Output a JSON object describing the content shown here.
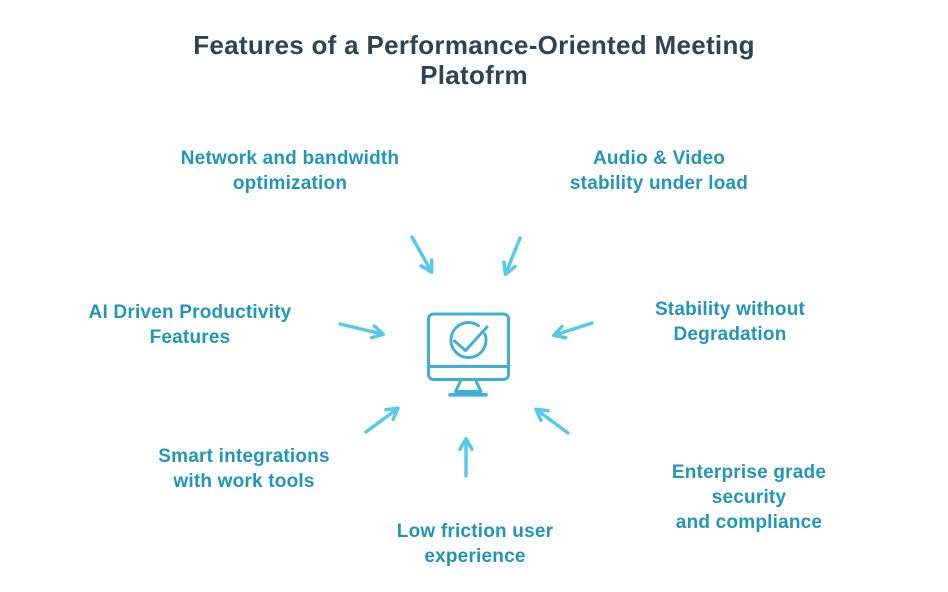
{
  "title": "Features of a Performance-Oriented Meeting\nPlatofrm",
  "colors": {
    "background": "#ffffff",
    "title": "#2e4453",
    "label": "#2096ba",
    "arrow": "#55c8ec",
    "icon": "#3fafda"
  },
  "center": {
    "icon": "monitor-with-checkmark"
  },
  "features": [
    {
      "id": "network-bandwidth",
      "label": "Network and bandwidth\noptimization",
      "position": "top-left"
    },
    {
      "id": "audio-video-stability",
      "label": "Audio & Video\nstability under load",
      "position": "top-right"
    },
    {
      "id": "ai-productivity",
      "label": "AI Driven Productivity\nFeatures",
      "position": "left"
    },
    {
      "id": "stability-without-degradation",
      "label": "Stability without\nDegradation",
      "position": "right"
    },
    {
      "id": "smart-integrations",
      "label": "Smart integrations\nwith work tools",
      "position": "bottom-left"
    },
    {
      "id": "enterprise-security",
      "label": "Enterprise grade security\nand compliance",
      "position": "bottom-right"
    },
    {
      "id": "low-friction-ux",
      "label": "Low friction user\nexperience",
      "position": "bottom-center"
    }
  ]
}
